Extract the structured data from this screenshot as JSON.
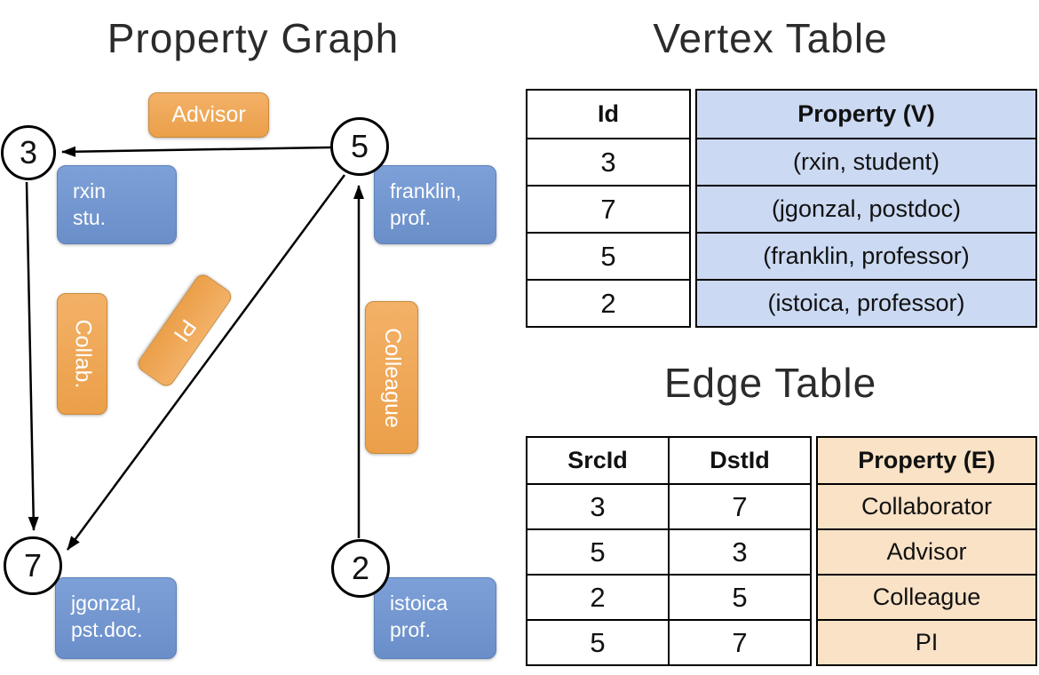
{
  "graph": {
    "title": "Property Graph",
    "nodes": [
      {
        "id": "3"
      },
      {
        "id": "5"
      },
      {
        "id": "7"
      },
      {
        "id": "2"
      }
    ],
    "node_props": [
      {
        "line1": "rxin",
        "line2": "stu."
      },
      {
        "line1": "franklin,",
        "line2": "prof."
      },
      {
        "line1": "jgonzal,",
        "line2": "pst.doc."
      },
      {
        "line1": "istoica",
        "line2": "prof."
      }
    ],
    "edge_labels": {
      "advisor": "Advisor",
      "collab": "Collab.",
      "pi": "PI",
      "colleague": "Colleague"
    }
  },
  "vertex_table": {
    "title": "Vertex Table",
    "headers": {
      "id": "Id",
      "property": "Property (V)"
    },
    "rows": [
      {
        "id": "3",
        "property": "(rxin, student)"
      },
      {
        "id": "7",
        "property": "(jgonzal, postdoc)"
      },
      {
        "id": "5",
        "property": "(franklin, professor)"
      },
      {
        "id": "2",
        "property": "(istoica, professor)"
      }
    ]
  },
  "edge_table": {
    "title": "Edge Table",
    "headers": {
      "src": "SrcId",
      "dst": "DstId",
      "property": "Property (E)"
    },
    "rows": [
      {
        "src": "3",
        "dst": "7",
        "property": "Collaborator"
      },
      {
        "src": "5",
        "dst": "3",
        "property": "Advisor"
      },
      {
        "src": "2",
        "dst": "5",
        "property": "Colleague"
      },
      {
        "src": "5",
        "dst": "7",
        "property": "PI"
      }
    ]
  },
  "colors": {
    "edge_label_fill": "#EFA850",
    "vertex_box_fill": "#7095CE",
    "vertex_cell_bg": "#CBD9F2",
    "edge_cell_bg": "#F9E2C6"
  }
}
